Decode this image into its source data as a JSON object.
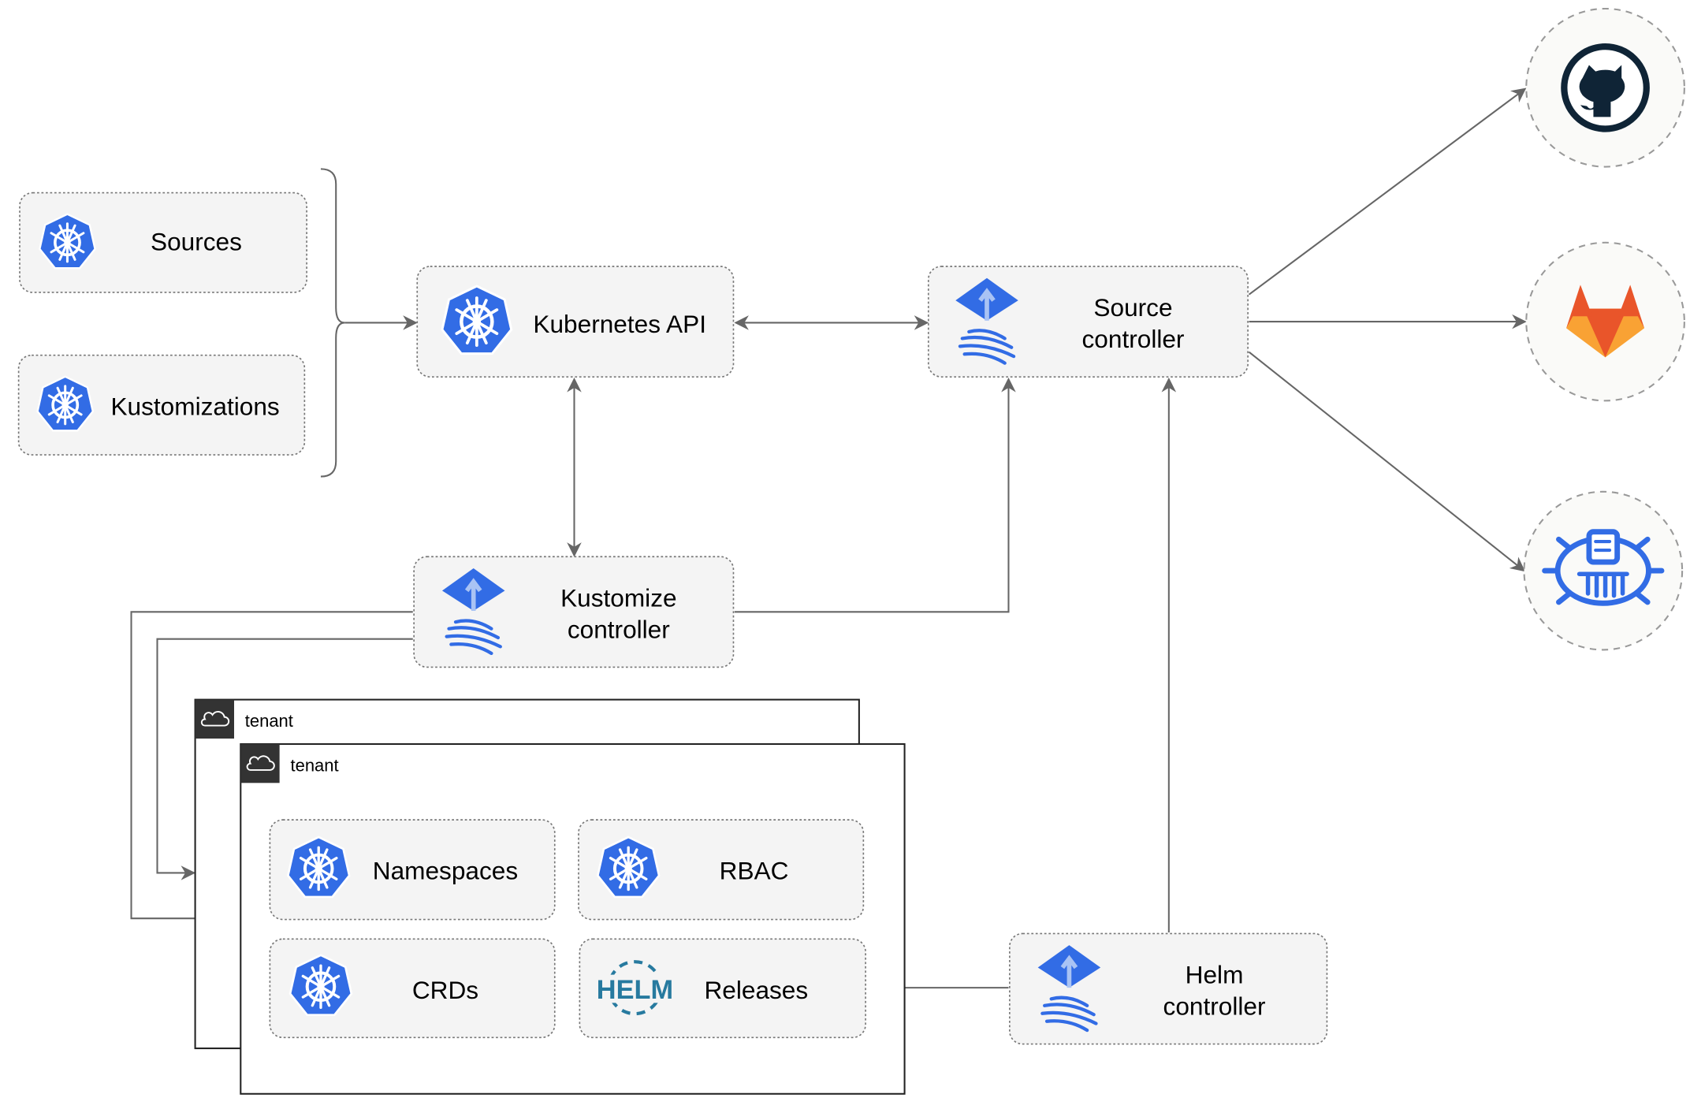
{
  "nodes": {
    "sources": "Sources",
    "kustomizations": "Kustomizations",
    "kubernetes_api": "Kubernetes API",
    "source_controller": [
      "Source",
      "controller"
    ],
    "kustomize_controller": [
      "Kustomize",
      "controller"
    ],
    "helm_controller": [
      "Helm",
      "controller"
    ],
    "namespaces": "Namespaces",
    "rbac": "RBAC",
    "crds": "CRDs",
    "releases": "Releases"
  },
  "tenants": [
    "tenant",
    "tenant"
  ],
  "helm_logo_text": "HELM",
  "external_sources": [
    "github-icon",
    "gitlab-icon",
    "harbor-icon"
  ],
  "colors": {
    "kubernetes_blue": "#326ce5",
    "helm_blue": "#277a9f",
    "github_dark": "#0f2436",
    "gitlab_orange": "#e9552a",
    "gitlab_yellow": "#f9a234",
    "edge": "#666666"
  }
}
